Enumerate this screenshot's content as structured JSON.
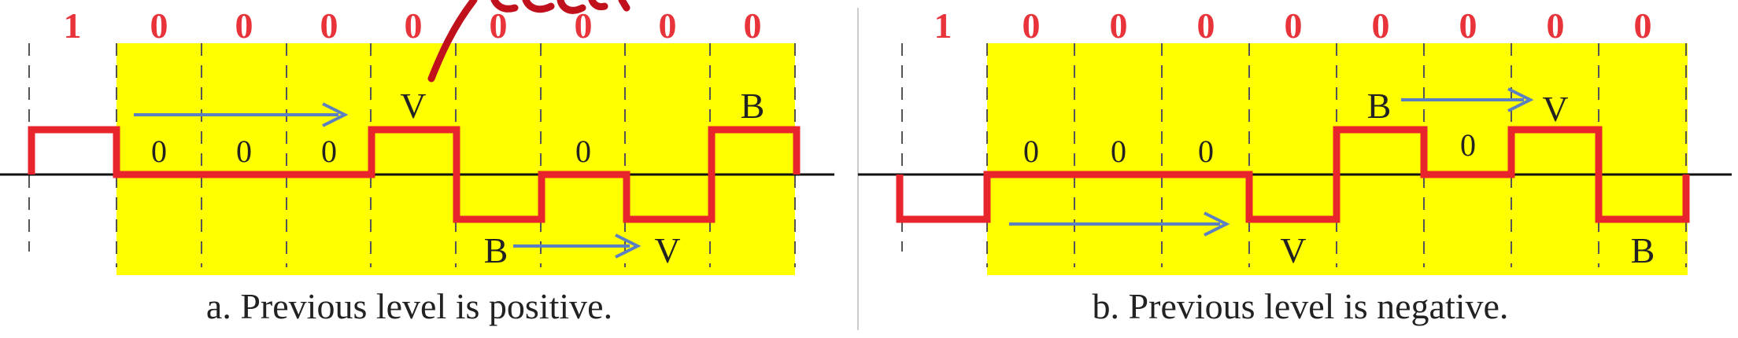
{
  "colors": {
    "highlight": "#ffff00",
    "signal": "#e8242c",
    "bit_label": "#e8333a",
    "arrow": "#5b7fc0",
    "text": "#222222",
    "axis": "#111111",
    "gridline": "#555555",
    "annotation": "#c0101c"
  },
  "panels": [
    {
      "id": "a",
      "caption": "a. Previous level is positive.",
      "bits": [
        "1",
        "0",
        "0",
        "0",
        "0",
        "0",
        "0",
        "0",
        "0"
      ],
      "levels": [
        1,
        0,
        0,
        0,
        1,
        -1,
        0,
        -1,
        1
      ],
      "previous_level": 1,
      "zero_labels": [
        "0",
        "0",
        "0",
        "0"
      ],
      "markers": [
        {
          "text": "V"
        },
        {
          "text": "B"
        },
        {
          "text": "V"
        },
        {
          "text": "B"
        }
      ]
    },
    {
      "id": "b",
      "caption": "b. Previous level is negative.",
      "bits": [
        "1",
        "0",
        "0",
        "0",
        "0",
        "0",
        "0",
        "0",
        "0"
      ],
      "levels": [
        -1,
        0,
        0,
        0,
        -1,
        1,
        0,
        1,
        -1
      ],
      "previous_level": -1,
      "zero_labels": [
        "0",
        "0",
        "0",
        "0"
      ],
      "markers": [
        {
          "text": "V"
        },
        {
          "text": "B"
        },
        {
          "text": "V"
        },
        {
          "text": "B"
        }
      ]
    }
  ]
}
